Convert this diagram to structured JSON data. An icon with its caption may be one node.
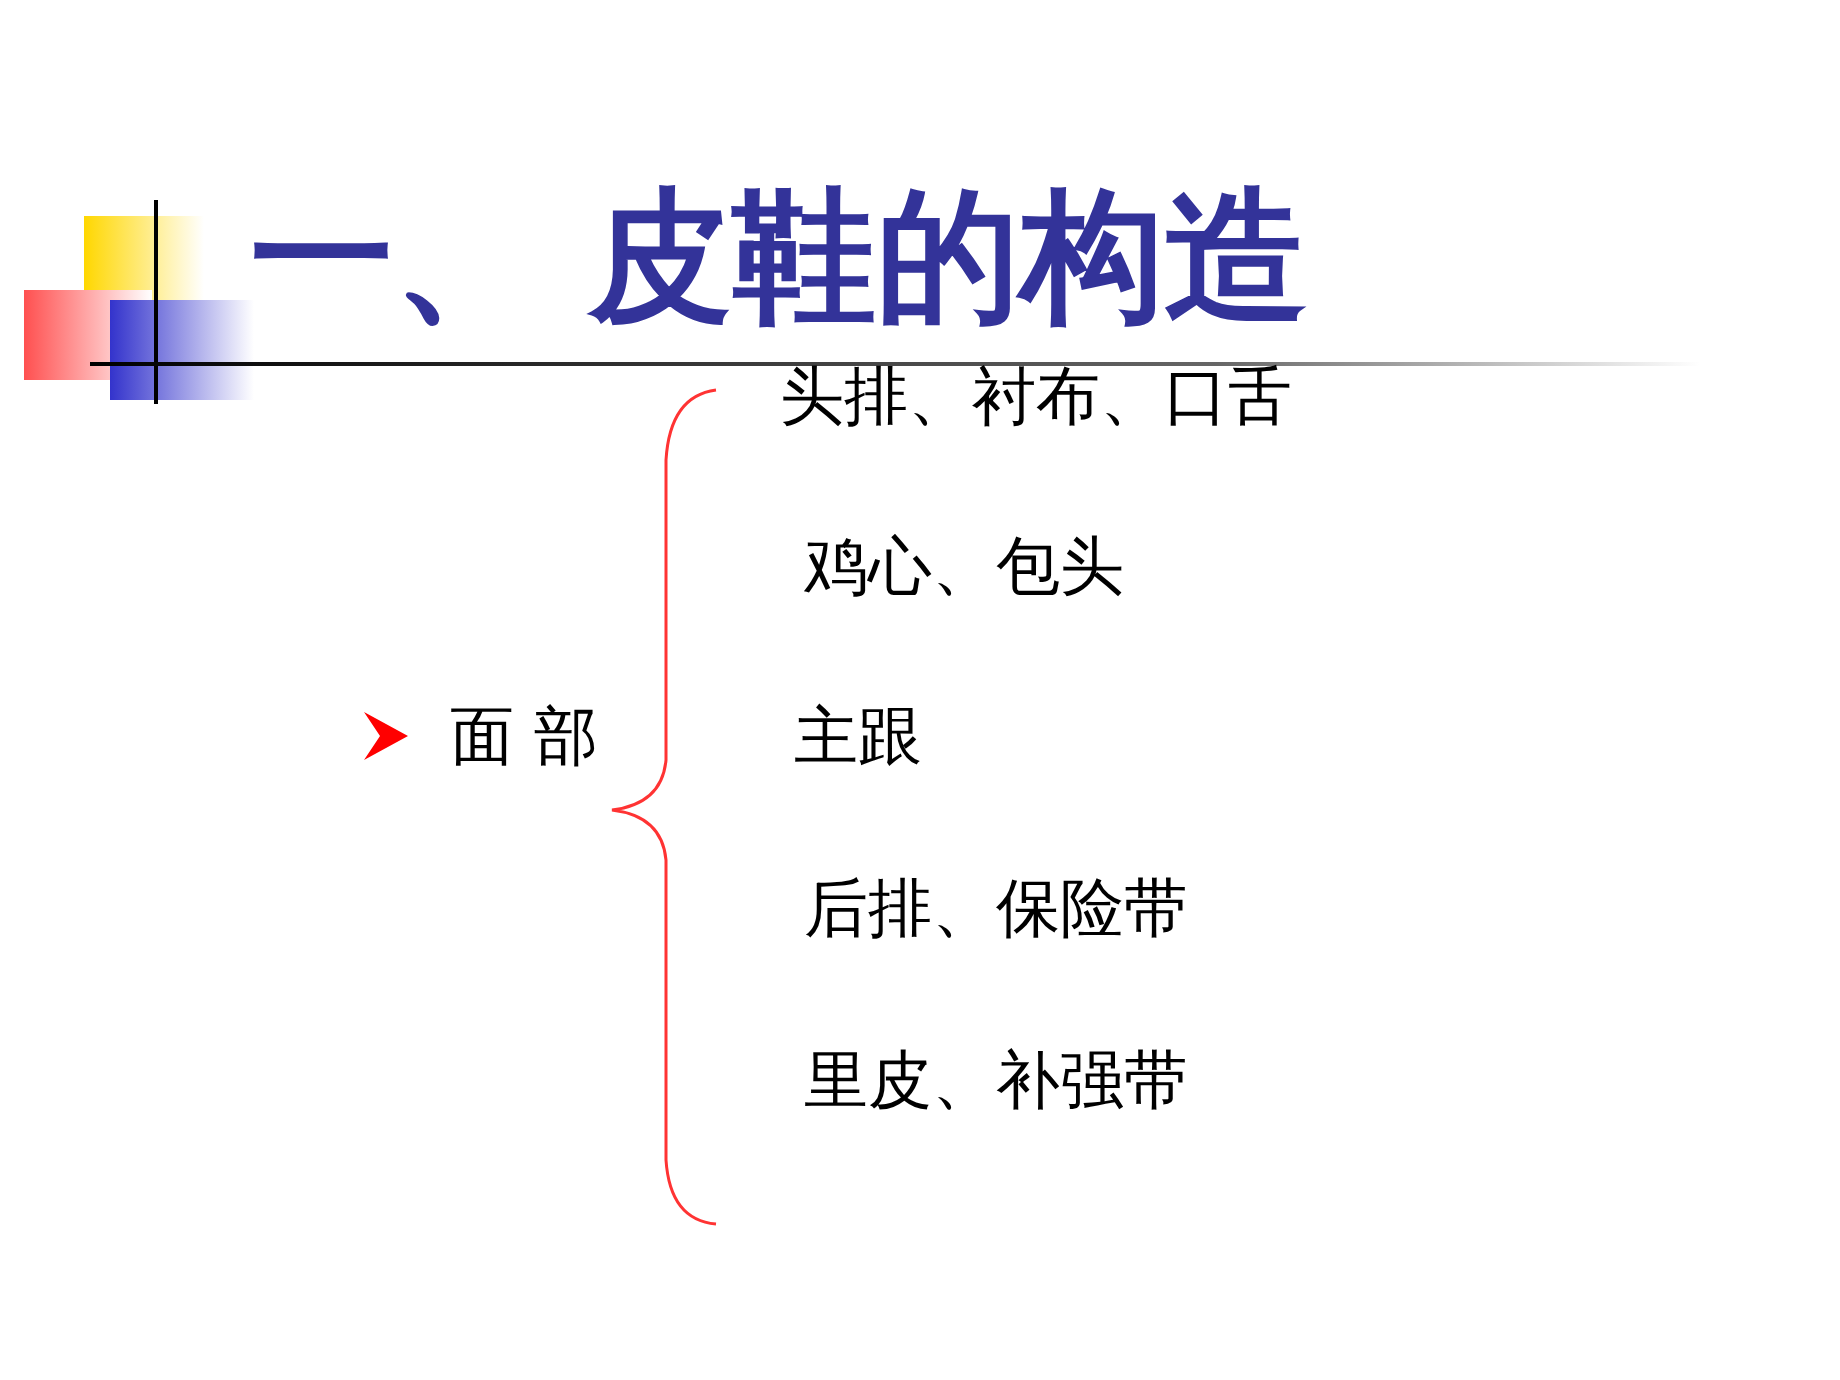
{
  "diagram": {
    "title": "一、 皮鞋的构造",
    "labels": [
      "面 部",
      "头排、衬布、口舌",
      "鸡心、包头",
      "主跟",
      "后排、保险带",
      "里皮、补强带"
    ]
  }
}
